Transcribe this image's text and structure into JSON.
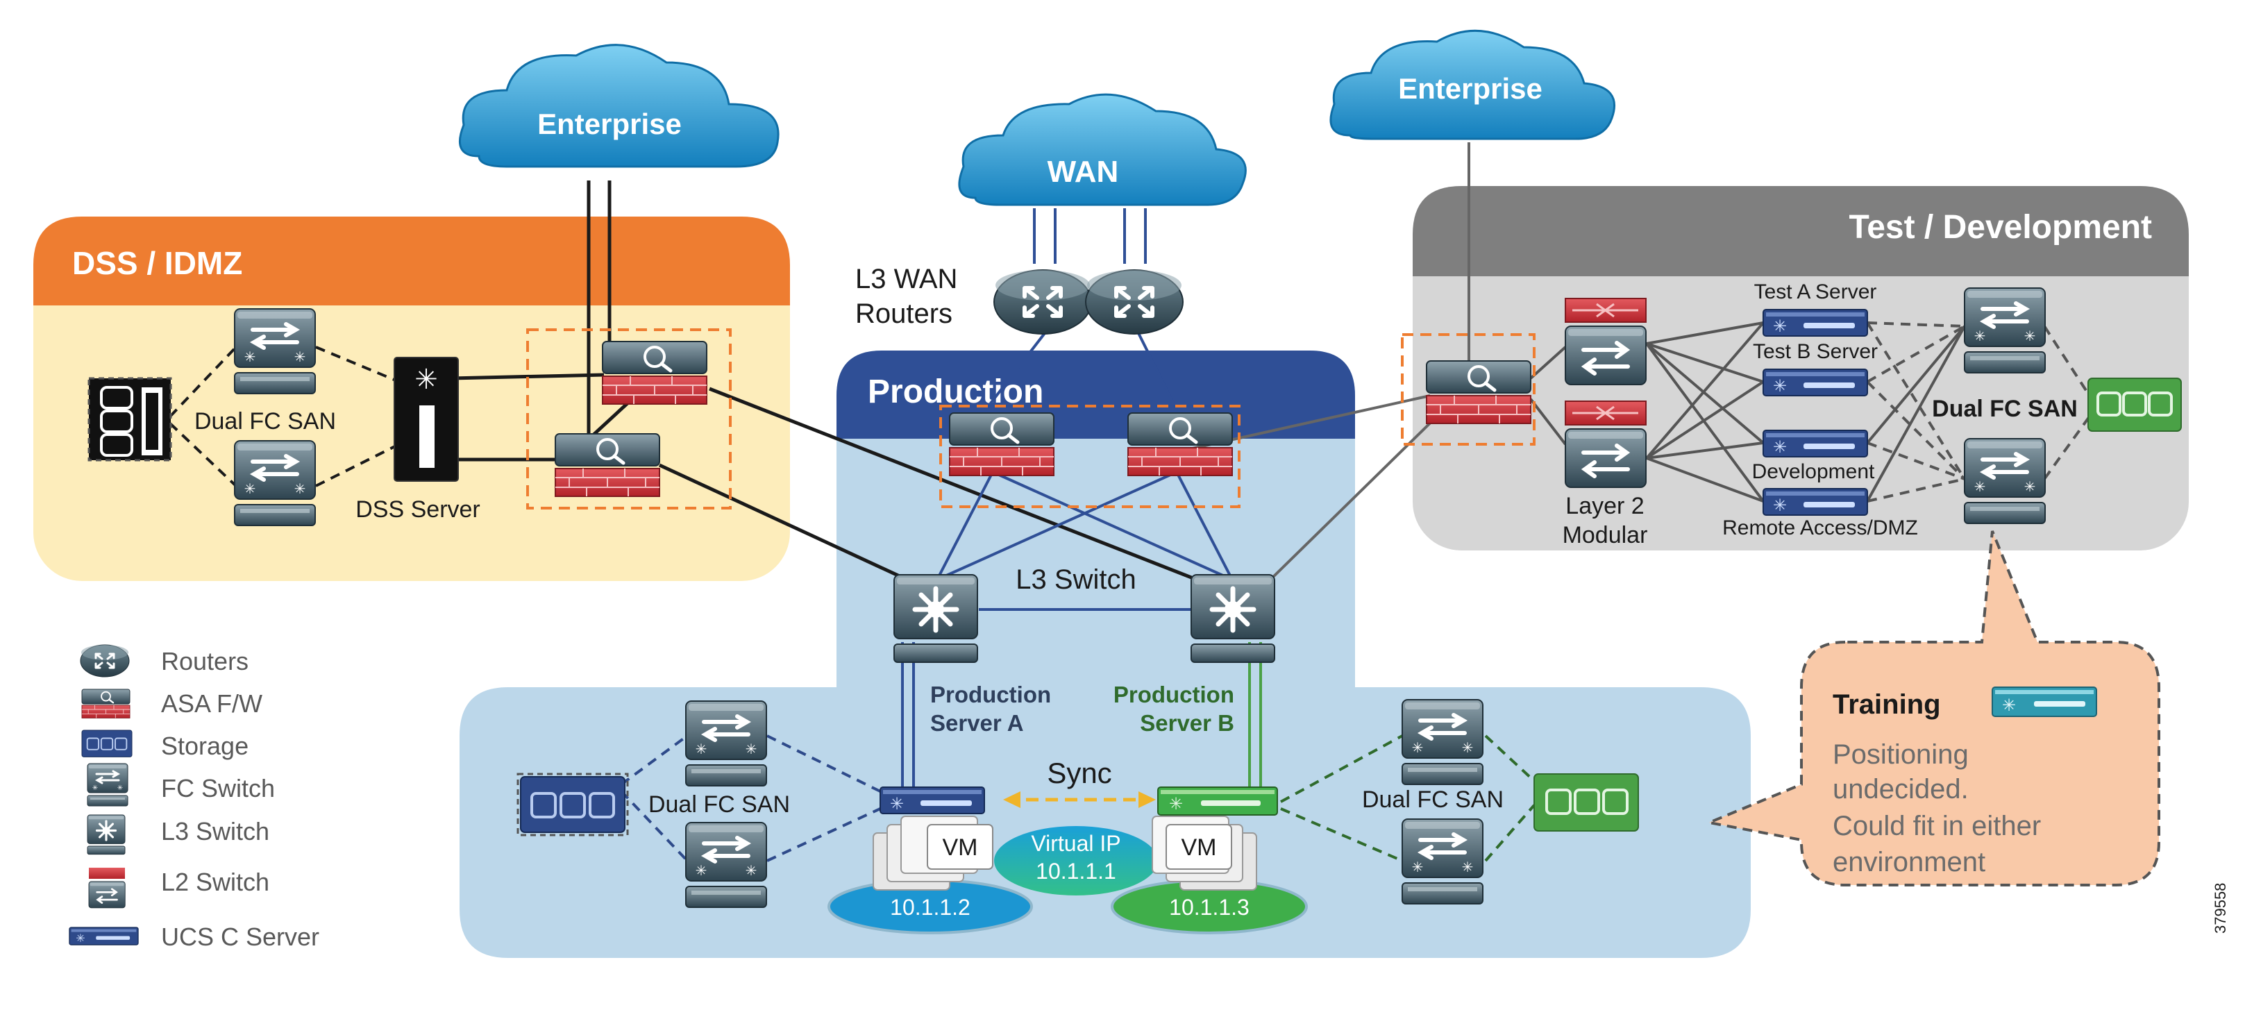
{
  "clouds": {
    "enterprise_left": "Enterprise",
    "wan": "WAN",
    "enterprise_right": "Enterprise"
  },
  "zones": {
    "dss": {
      "title": "DSS / IDMZ",
      "color": "#ee7d31",
      "fill": "#fdedbb"
    },
    "production": {
      "title": "Production",
      "color": "#2f4f96",
      "fill": "#bcd7ea"
    },
    "test": {
      "title": "Test / Development",
      "color": "#7f7f7f",
      "fill": "#d6d6d6"
    }
  },
  "labels": {
    "l3_wan_routers_line1": "L3 WAN",
    "l3_wan_routers_line2": "Routers",
    "dss_dual_fc_san": "Dual FC SAN",
    "dss_server": "DSS Server",
    "l3_switch": "L3 Switch",
    "production_server_a_line1": "Production",
    "production_server_a_line2": "Server A",
    "production_server_b_line1": "Production",
    "production_server_b_line2": "Server B",
    "sync": "Sync",
    "prod_dual_fc_san_left": "Dual FC SAN",
    "prod_dual_fc_san_right": "Dual FC SAN",
    "vm_a": "VM",
    "vm_b": "VM",
    "virtual_ip_line1": "Virtual IP",
    "virtual_ip_line2": "10.1.1.1",
    "ip_a": "10.1.1.2",
    "ip_b": "10.1.1.3",
    "test_a_server": "Test A Server",
    "test_b_server": "Test B Server",
    "development": "Development",
    "remote_access_dmz": "Remote Access/DMZ",
    "layer2_modular_line1": "Layer 2",
    "layer2_modular_line2": "Modular",
    "test_dual_fc_san": "Dual FC SAN",
    "figure_id": "379558"
  },
  "training": {
    "title": "Training",
    "line1": "Positioning",
    "line2": "undecided.",
    "line3": "Could fit in either",
    "line4": "environment",
    "fill": "#f9c9a8"
  },
  "legend": [
    {
      "icon": "router-icon",
      "label": "Routers"
    },
    {
      "icon": "asa-firewall-icon",
      "label": "ASA F/W"
    },
    {
      "icon": "storage-icon",
      "label": "Storage"
    },
    {
      "icon": "fc-switch-icon",
      "label": "FC Switch"
    },
    {
      "icon": "l3-switch-icon",
      "label": "L3 Switch"
    },
    {
      "icon": "l2-switch-icon",
      "label": "L2 Switch"
    },
    {
      "icon": "ucs-c-server-icon",
      "label": "UCS C Server"
    }
  ],
  "colors": {
    "firewall_red": "#d0333b",
    "device_dark": "#3d5a67",
    "ucs_blue": "#2e4a8a",
    "green": "#4aa146",
    "cloud_blue": "#1b93cf",
    "dashed_orange": "#ee7d31",
    "sync_arrow": "#f0b429"
  }
}
